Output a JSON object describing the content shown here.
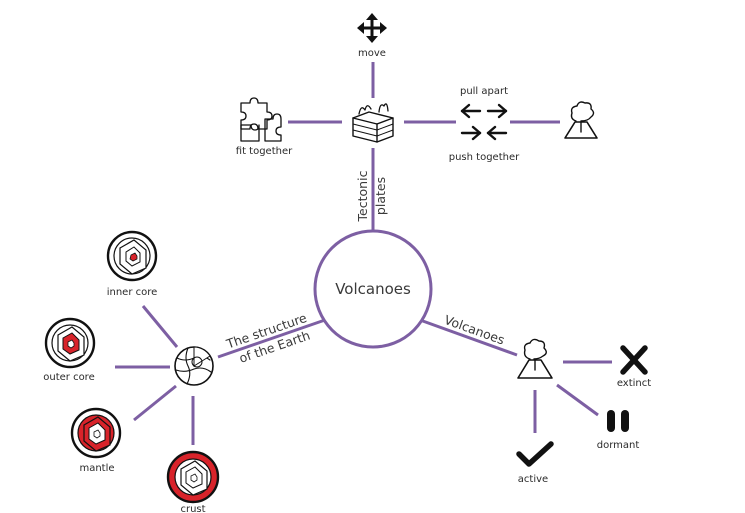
{
  "center": {
    "label": "Volcanoes"
  },
  "branches": {
    "tectonic_plates": [
      "Tectonic",
      "plates"
    ],
    "structure_of_earth": [
      "The structure",
      "of the Earth"
    ],
    "volcanoes": "Volcanoes"
  },
  "tectonic_nodes": {
    "move": "move",
    "fit_together": "fit together",
    "pull_apart": "pull apart",
    "push_together": "push together"
  },
  "earth_nodes": {
    "inner_core": "inner core",
    "outer_core": "outer core",
    "mantle": "mantle",
    "crust": "crust"
  },
  "volcano_nodes": {
    "extinct": "extinct",
    "dormant": "dormant",
    "active": "active"
  },
  "colors": {
    "connector": "#7d5fa3",
    "highlight_red": "#d8232a",
    "ink": "#111111"
  }
}
